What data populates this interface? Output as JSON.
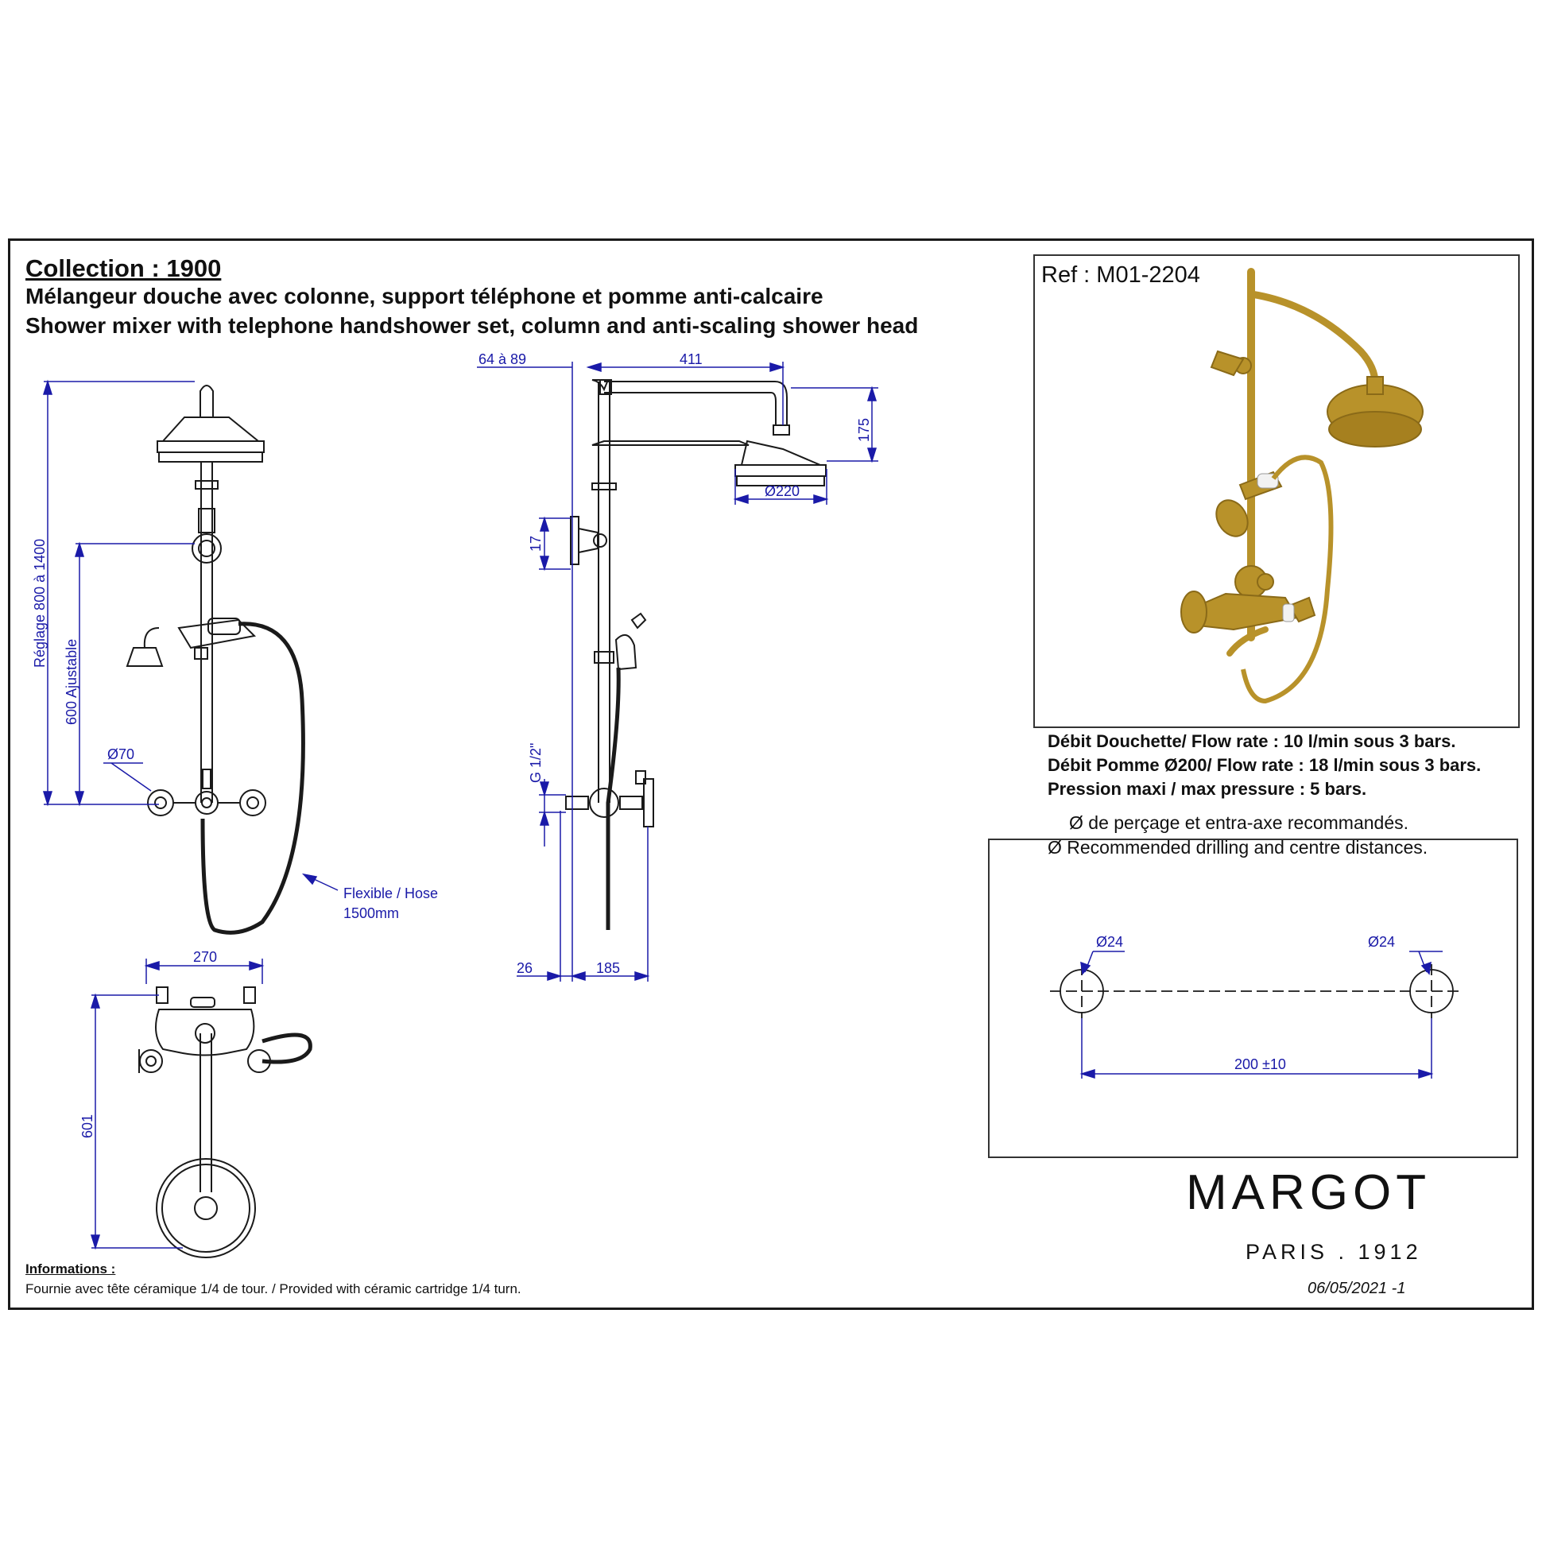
{
  "header": {
    "collection": "Collection : 1900",
    "title_fr": "Mélangeur douche avec colonne, support téléphone et pomme anti-calcaire",
    "title_en": "Shower mixer with telephone handshower set, column and anti-scaling shower head"
  },
  "product": {
    "ref": "Ref : M01-2204"
  },
  "specs": {
    "line1": "Débit Douchette/ Flow rate : 10 l/min sous 3 bars.",
    "line2": "Débit Pomme Ø200/ Flow rate : 18 l/min sous 3 bars.",
    "line3": "Pression maxi / max pressure : 5 bars."
  },
  "drilling": {
    "note_fr": "Ø de perçage et entra-axe recommandés.",
    "note_en": "Ø Recommended drilling and centre distances.",
    "hole_left": "Ø24",
    "hole_right": "Ø24",
    "spacing": "200 ±10"
  },
  "dimensions": {
    "adjust_range": "Réglage 800 à 1400",
    "adjustable_600": "600 Ajustable",
    "diam_70": "Ø70",
    "hose_line1": "Flexible / Hose",
    "hose_line2": "1500mm",
    "width_270": "270",
    "height_601": "601",
    "offset_64_89": "64 à 89",
    "arm_411": "411",
    "head_175": "175",
    "head_diam_220": "Ø220",
    "d_17": "17",
    "thread": "G 1/2\"",
    "d_26": "26",
    "d_185": "185"
  },
  "footer": {
    "info_title": "Informations :",
    "info_text": "Fournie avec tête céramique 1/4 de tour. / Provided with céramic cartridge 1/4 turn.",
    "date": "06/05/2021 -1"
  },
  "brand": {
    "name": "MARGOT",
    "tagline": "PARIS . 1912"
  },
  "colors": {
    "dimension": "#1a1aa8",
    "drawing": "#1a1a1a",
    "brass": "#b8922a"
  }
}
